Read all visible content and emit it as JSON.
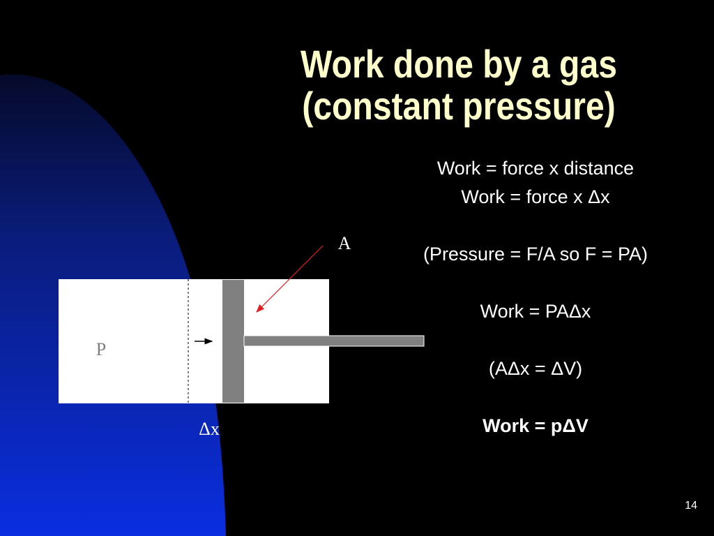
{
  "slide": {
    "title_line1": "Work done by a gas",
    "title_line2": "(constant pressure)",
    "page_number": "14"
  },
  "equations": [
    "Work = force x distance",
    "Work = force x Δx",
    "(Pressure = F/A so F = PA)",
    "Work = PAΔx",
    "(AΔx = ΔV)",
    "Work = pΔV"
  ],
  "diagram": {
    "label_pressure": "P",
    "label_area": "A",
    "label_displacement": "Δx"
  },
  "colors": {
    "background": "#000000",
    "background_gradient": [
      "#0A1A66",
      "#0A2BDD"
    ],
    "title": "#FFFFCC",
    "text": "#FFFFFF",
    "cylinder": "#FFFFFF",
    "piston": "#808080",
    "arrow_pointer": "#E02020"
  }
}
